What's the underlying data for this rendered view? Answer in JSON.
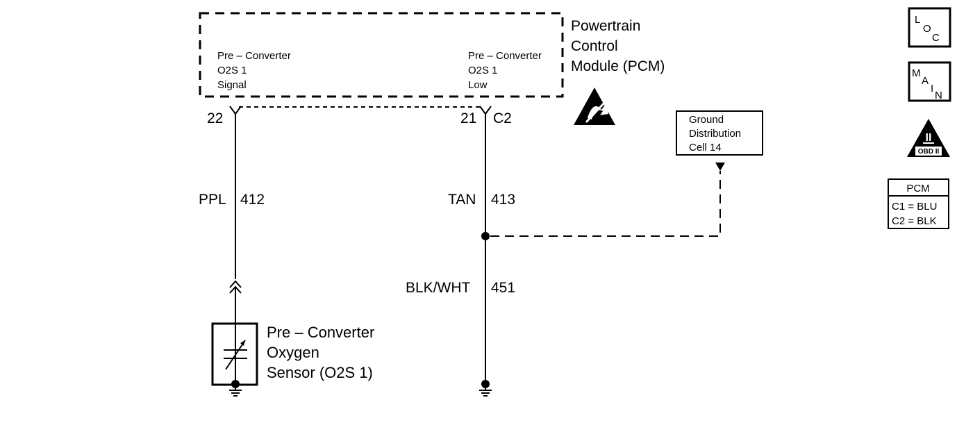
{
  "pcm": {
    "title_lines": [
      "Powertrain",
      "Control",
      "Module (PCM)"
    ],
    "signal_label_lines": [
      "Pre – Converter",
      "O2S 1",
      "Signal"
    ],
    "low_label_lines": [
      "Pre – Converter",
      "O2S 1",
      "Low"
    ],
    "pin_signal": "22",
    "pin_low": "21",
    "connector": "C2"
  },
  "wires": {
    "signal": {
      "color": "PPL",
      "circuit": "412"
    },
    "low": {
      "color": "TAN",
      "circuit": "413"
    },
    "ground": {
      "color": "BLK/WHT",
      "circuit": "451"
    }
  },
  "ground_distribution": {
    "lines": [
      "Ground",
      "Distribution",
      "Cell 14"
    ]
  },
  "sensor": {
    "lines": [
      "Pre – Converter",
      "Oxygen",
      "Sensor (O2S 1)"
    ]
  },
  "legend": {
    "loc_icon": {
      "letters": [
        "L",
        "O",
        "C"
      ]
    },
    "main_icon": {
      "letters": [
        "M",
        "A",
        "I",
        "N"
      ]
    },
    "obd_icon": {
      "numeral": "II",
      "label": "OBD II"
    },
    "pcm_connectors": {
      "title": "PCM",
      "rows": [
        "C1 = BLU",
        "C2 = BLK"
      ]
    }
  }
}
